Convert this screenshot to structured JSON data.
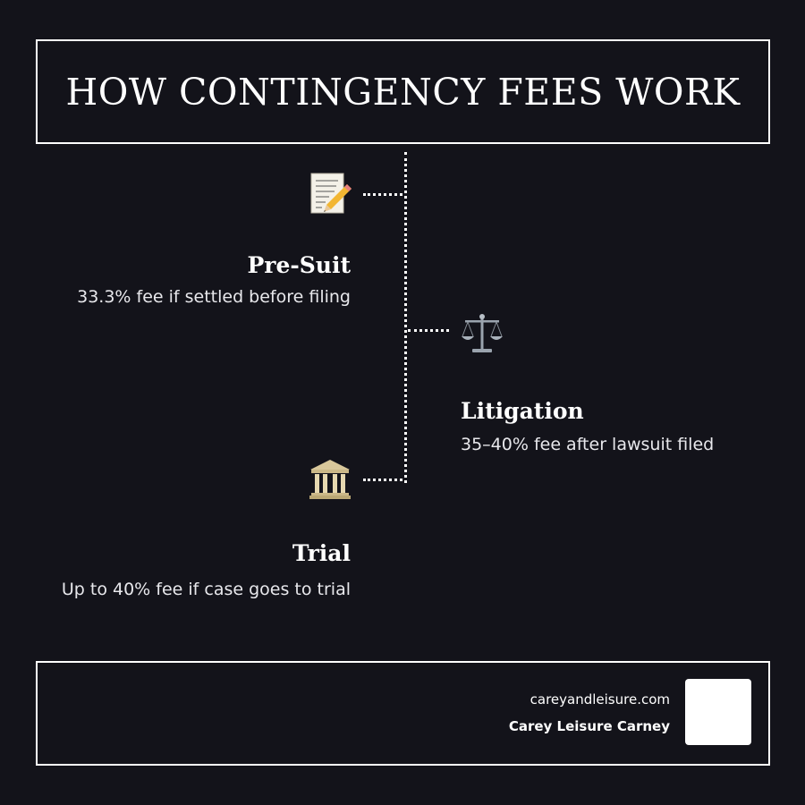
{
  "title": "HOW CONTINGENCY FEES WORK",
  "steps": [
    {
      "icon": "memo-pencil-icon",
      "title": "Pre-Suit",
      "description": "33.3% fee if settled before filing"
    },
    {
      "icon": "balance-scale-icon",
      "title": "Litigation",
      "description": "35–40% fee after lawsuit filed"
    },
    {
      "icon": "courthouse-icon",
      "title": "Trial",
      "description": "Up to 40% fee if case goes to trial"
    }
  ],
  "footer": {
    "url": "careyandleisure.com",
    "firm_name": "Carey Leisure Carney"
  },
  "colors": {
    "background": "#13131a",
    "foreground": "#ffffff"
  }
}
